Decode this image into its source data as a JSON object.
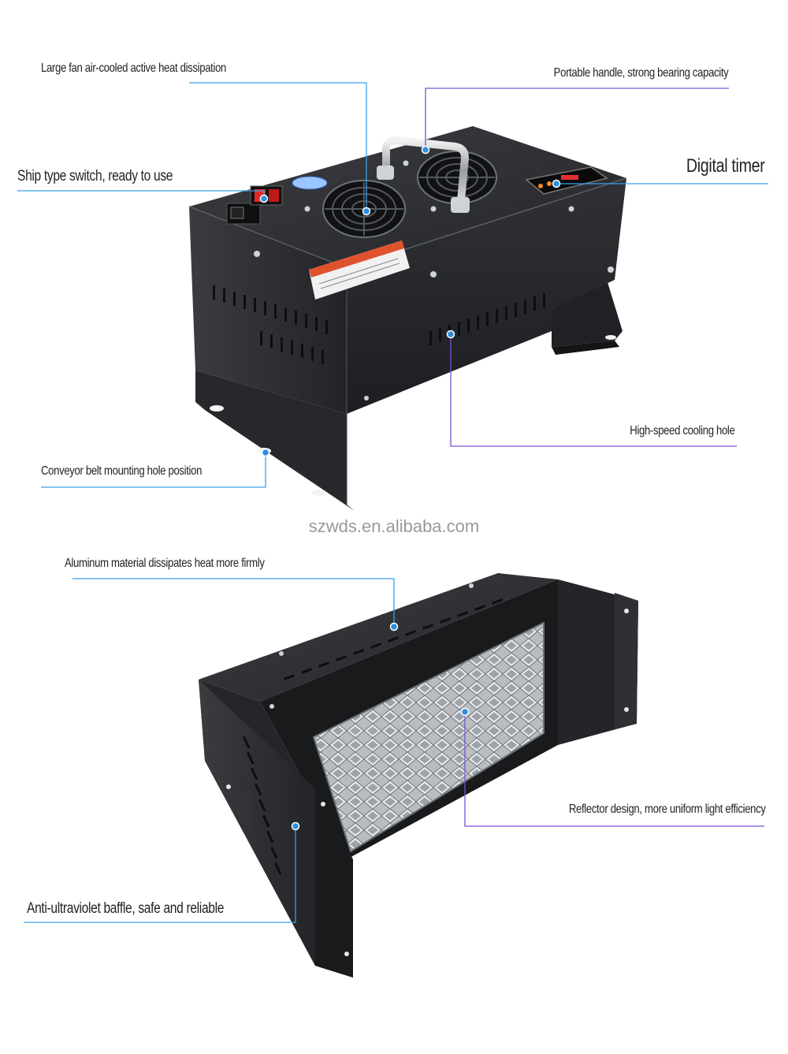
{
  "callouts": {
    "fan": "Large fan air-cooled active heat dissipation",
    "handle": "Portable handle, strong bearing capacity",
    "switch": "Ship type switch, ready to use",
    "timer": "Digital timer",
    "cooling_hole": "High-speed cooling hole",
    "mounting_hole": "Conveyor belt mounting hole position",
    "aluminum": "Aluminum material dissipates heat more firmly",
    "reflector": "Reflector design, more uniform light efficiency",
    "baffle": "Anti-ultraviolet baffle, safe and reliable"
  },
  "watermark": "szwds.en.alibaba.com",
  "colors": {
    "leader_blue": "#3aa0e8",
    "leader_purple": "#7b4fd6",
    "dot_blue": "#2f8fe0",
    "housing": "#2b2d30",
    "housing_dark": "#1b1c1e",
    "reflector": "#c9ccd0"
  },
  "icons": [
    "fan-icon",
    "handle-icon",
    "power-switch-icon",
    "digital-timer-icon",
    "warning-label-icon"
  ]
}
